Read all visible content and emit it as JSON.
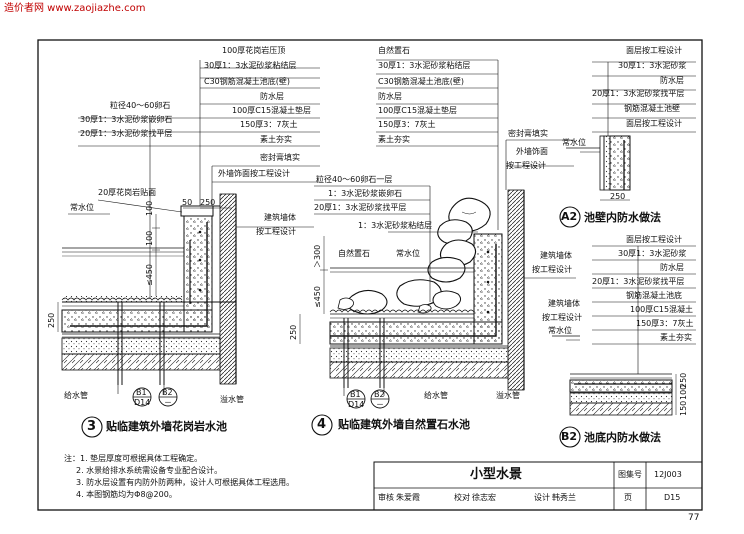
{
  "header": "造价者网 www.zaojiazhe.com",
  "d3": {
    "layers": [
      "100厚花岗岩压顶",
      "30厚1：3水泥砂浆粘结层",
      "C30钢筋混凝土池底(壁)",
      "防水层",
      "100厚C15混凝土垫层",
      "150厚3：7灰土",
      "素土夯实"
    ],
    "left_layers": [
      "粒径40～60卵石",
      "30厚1：3水泥砂浆嵌卵石",
      "20厚1：3水泥砂浆找平层"
    ],
    "seal": "密封膏填实",
    "wall_finish": "外墙饰面按工程设计",
    "granite": "20厚花岗岩贴面",
    "water_level": "常水位",
    "wall1": "建筑墙体",
    "wall2": "按工程设计",
    "dim50": "50",
    "dim250a": "250",
    "dim100a": "100",
    "dim100b": "100",
    "dim450": "≤450",
    "dim250b": "250",
    "b1": "B1",
    "d14": "D14",
    "b2": "B2",
    "dash": "－",
    "supply": "给水管",
    "overflow": "溢水管",
    "num": "3",
    "title": "贴临建筑外墙花岗岩水池"
  },
  "d4": {
    "layers": [
      "自然置石",
      "30厚1：3水泥砂浆粘结层",
      "C30钢筋混凝土池底(壁)",
      "防水层",
      "100厚C15混凝土垫层",
      "150厚3：7灰土",
      "素土夯实"
    ],
    "seal": "密封膏填实",
    "wall_finish1": "外墙饰面",
    "wall_finish2": "按工程设计",
    "left_layers": [
      "粒径40～60卵石一层",
      "1：3水泥砂浆嵌卵石",
      "20厚1：3水泥砂浆找平层"
    ],
    "bond": "1：3水泥砂浆粘结层",
    "stone": "自然置石",
    "water_level": "常水位",
    "wall1": "建筑墙体",
    "wall2": "按工程设计",
    "dim300": "＞300",
    "dim450": "≤450",
    "dim250": "250",
    "b1": "B1",
    "d14": "D14",
    "b2": "B2",
    "dash": "－",
    "supply": "给水管",
    "overflow": "溢水管",
    "num": "4",
    "title": "贴临建筑外墙自然置石水池"
  },
  "a2": {
    "layers": [
      "面层按工程设计",
      "30厚1：3水泥砂浆",
      "防水层",
      "20厚1：3水泥砂浆找平层",
      "钢筋混凝土池壁",
      "面层按工程设计"
    ],
    "water_level": "常水位",
    "dim250": "250",
    "label": "A2",
    "title": "池壁内防水做法"
  },
  "b2": {
    "layers": [
      "面层按工程设计",
      "30厚1：3水泥砂浆",
      "防水层",
      "20厚1：3水泥砂浆找平层",
      "钢筋混凝土池底",
      "100厚C15混凝土",
      "150厚3：7灰土",
      "素土夯实"
    ],
    "wall1": "建筑墙体",
    "wall2": "按工程设计",
    "water_level": "常水位",
    "dims": [
      "150",
      "100",
      "250"
    ],
    "label": "B2",
    "title": "池底内防水做法"
  },
  "notes": [
    "注：1. 垫层厚度可根据具体工程确定。",
    "2. 水景给排水系统需设备专业配合设计。",
    "3. 防水层设置有内防外防两种，设计人可根据具体工程选用。",
    "4. 本图钢筋均为Φ8@200。"
  ],
  "titleblock": {
    "title": "小型水景",
    "atlas_label": "图集号",
    "atlas": "12J003",
    "review": "审核",
    "reviewer": "朱爱霞",
    "check": "校对",
    "checker": "徐志宏",
    "design": "设计",
    "designer": "韩秀兰",
    "page_label": "页",
    "page": "D15"
  },
  "page_number": "77"
}
